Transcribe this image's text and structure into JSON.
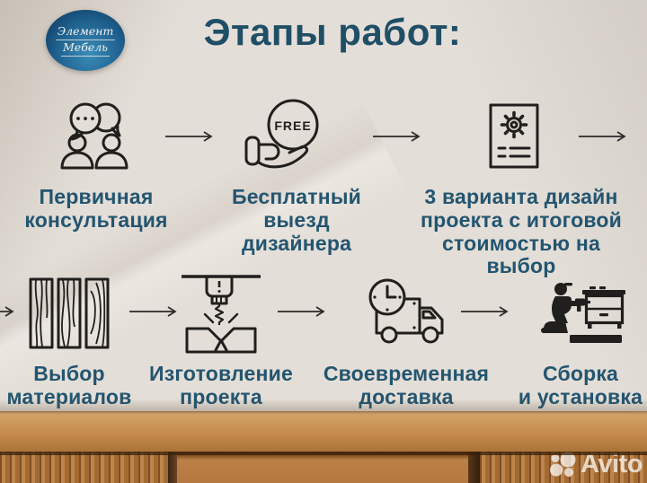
{
  "logo": {
    "line1": "Элемент",
    "line2": "Мебель"
  },
  "title": "Этапы работ:",
  "rows": {
    "row1": [
      {
        "icon": "consultation-icon",
        "lines": [
          "Первичная",
          "консультация"
        ]
      },
      {
        "icon": "free-designer-visit-icon",
        "badge": "FREE",
        "lines": [
          "Бесплатный",
          "выезд дизайнера"
        ]
      },
      {
        "icon": "design-project-options-icon",
        "lines": [
          "3 варианта дизайн",
          "проекта с итоговой",
          "стоимостью на выбор"
        ]
      }
    ],
    "row2": [
      {
        "icon": "wood-materials-icon",
        "lines": [
          "Выбор",
          "материалов"
        ]
      },
      {
        "icon": "cnc-manufacturing-icon",
        "lines": [
          "Изготовление",
          "проекта"
        ]
      },
      {
        "icon": "delivery-truck-icon",
        "lines": [
          "Своевременная",
          "доставка"
        ]
      },
      {
        "icon": "furniture-assembly-icon",
        "lines": [
          "Сборка",
          "и установка"
        ]
      }
    ]
  },
  "watermark": {
    "brand": "Avito"
  },
  "colors": {
    "accent_text": "#235570",
    "title_text": "#1f4e66",
    "icon_stroke": "#201f1d",
    "poster_bg": "#e3ded7",
    "logo_blue_light": "#3b8cba",
    "logo_blue_dark": "#0d3a5e",
    "wood_top": "#c08647",
    "wood_front": "#a36a31"
  }
}
